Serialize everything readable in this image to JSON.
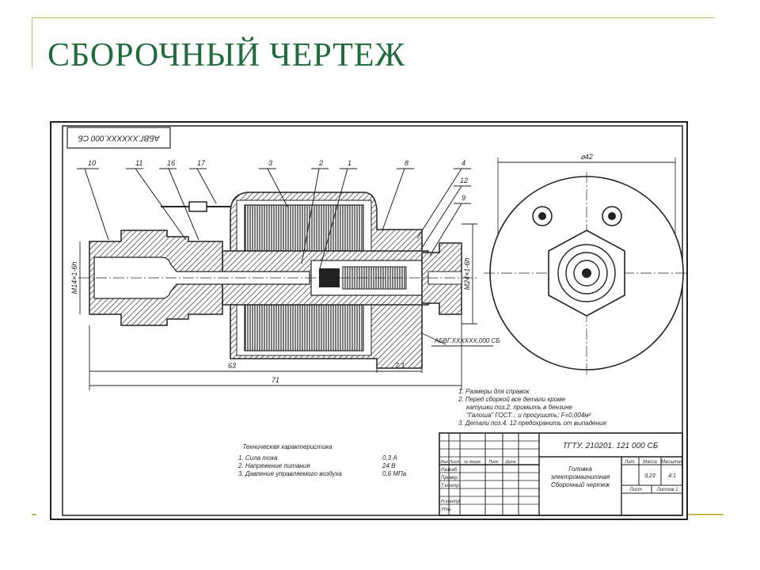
{
  "slide": {
    "title": "СБОРОЧНЫЙ ЧЕРТЕЖ"
  },
  "colors": {
    "title": "#1f6b3a",
    "accent_line": "#c8b45a",
    "ink": "#222222"
  },
  "drawing": {
    "stamp_rotated": "АБВГ.ХХХХХХ.000 СБ",
    "part_callouts": [
      "10",
      "11",
      "16",
      "17",
      "3",
      "2",
      "1",
      "8",
      "4",
      "12",
      "9"
    ],
    "dimensions": {
      "d63": "63",
      "d71": "71",
      "d7_1": "7,1",
      "d42": "⌀42",
      "thread_left": "M14×1-6h",
      "thread_right": "M24×1-6h"
    },
    "leader_ref": "АБВГ.ХХХХХХ.000 СБ",
    "notes": [
      "1. Размеры для справок",
      "2. Перед сборкой все детали кроме",
      "катушки поз.2, промыть в бензине",
      "\"Галоша\" ГОСТ... и просушить; F=0,004м²",
      "3. Детали поз.4, 12 предохранить от выпадения"
    ],
    "specs": {
      "title": "Техническая характеристика",
      "rows": [
        {
          "label": "1. Сила тока",
          "value": "0,3 А"
        },
        {
          "label": "2. Напряжение питания",
          "value": "24 В"
        },
        {
          "label": "3. Давление управляемого воздуха",
          "value": "0,6 МПа"
        }
      ]
    },
    "title_block": {
      "code": "ТГТУ. 210201. 121 000 СБ",
      "name_line1": "Головка",
      "name_line2": "электромагнитная",
      "name_line3": "Сборочный чертеж",
      "col_headers": [
        "Изм",
        "Лист",
        "№ докум.",
        "Подп.",
        "Дата"
      ],
      "row_labels": [
        "Разраб.",
        "Провер.",
        "Т.контр.",
        "Н.контр.",
        "Утв."
      ],
      "meta_headers": [
        "Лит.",
        "Масса",
        "Масштаб"
      ],
      "mass": "0,23",
      "scale": "4:1",
      "sheet": "Лист",
      "sheets": "Листов 1"
    }
  }
}
